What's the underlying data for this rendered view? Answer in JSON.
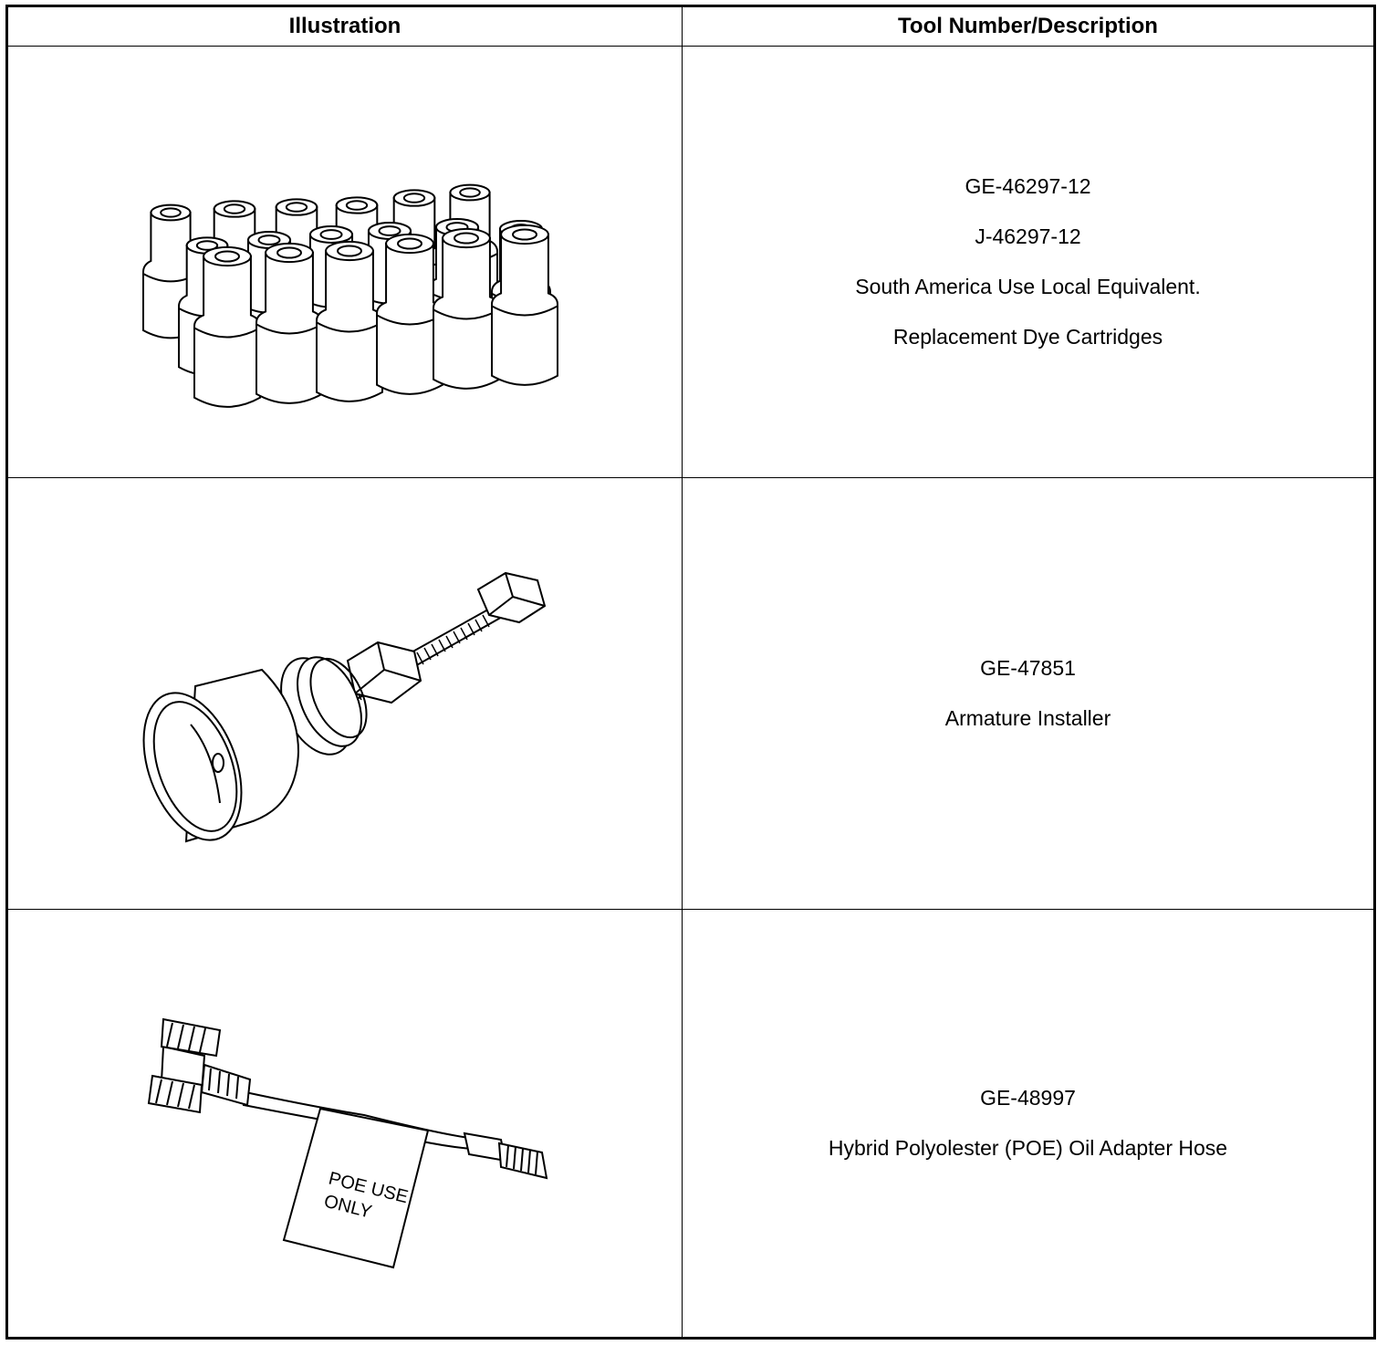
{
  "table": {
    "headers": [
      "Illustration",
      "Tool Number/Description"
    ],
    "rows": [
      {
        "illustration": "dye-cartridges",
        "lines": [
          "GE-46297-12",
          "J-46297-12",
          "South America Use Local Equivalent.",
          "Replacement Dye Cartridges"
        ]
      },
      {
        "illustration": "armature-installer",
        "lines": [
          "GE-47851",
          "Armature Installer"
        ]
      },
      {
        "illustration": "oil-adapter-hose",
        "tag_text": [
          "POE USE",
          "ONLY"
        ],
        "lines": [
          "GE-48997",
          "Hybrid Polyolester (POE) Oil Adapter Hose"
        ]
      }
    ]
  }
}
